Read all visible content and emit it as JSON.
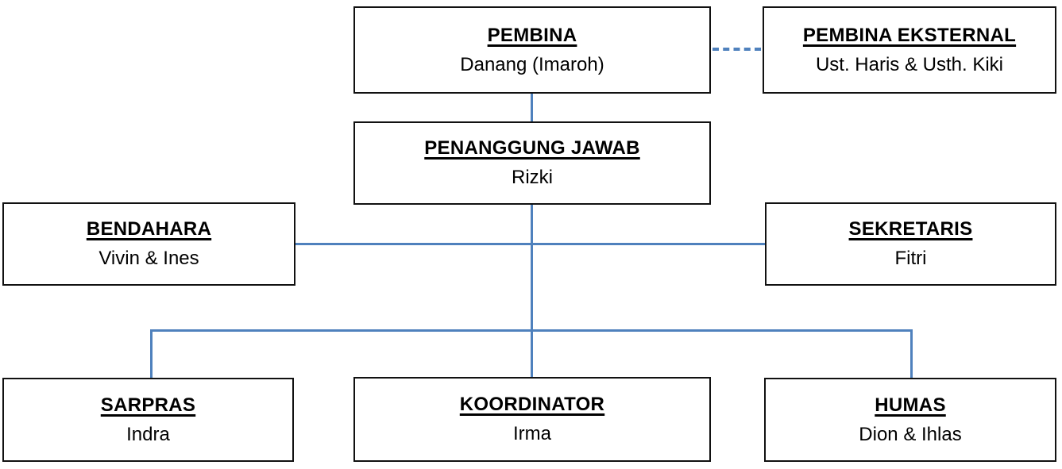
{
  "diagram": {
    "type": "org-chart",
    "connector_color": "#4f81bd",
    "box_border_color": "#111111",
    "boxes": [
      {
        "id": "pembina",
        "title": "PEMBINA",
        "name": "Danang (Imaroh)"
      },
      {
        "id": "pembina-eksternal",
        "title": "PEMBINA EKSTERNAL",
        "name": "Ust. Haris & Usth. Kiki"
      },
      {
        "id": "penanggung-jawab",
        "title": "PENANGGUNG JAWAB",
        "name": "Rizki"
      },
      {
        "id": "bendahara",
        "title": "BENDAHARA",
        "name": "Vivin & Ines"
      },
      {
        "id": "sekretaris",
        "title": "SEKRETARIS",
        "name": "Fitri"
      },
      {
        "id": "sarpras",
        "title": "SARPRAS",
        "name": "Indra"
      },
      {
        "id": "koordinator",
        "title": "KOORDINATOR",
        "name": "Irma"
      },
      {
        "id": "humas",
        "title": "HUMAS",
        "name": "Dion & Ihlas"
      }
    ],
    "relations": [
      {
        "from": "pembina",
        "to": "pembina-eksternal",
        "style": "dashed"
      },
      {
        "from": "pembina",
        "to": "penanggung-jawab",
        "style": "solid"
      },
      {
        "from": "penanggung-jawab",
        "to": "bendahara",
        "style": "solid"
      },
      {
        "from": "penanggung-jawab",
        "to": "sekretaris",
        "style": "solid"
      },
      {
        "from": "penanggung-jawab",
        "to": "sarpras",
        "style": "solid"
      },
      {
        "from": "penanggung-jawab",
        "to": "koordinator",
        "style": "solid"
      },
      {
        "from": "penanggung-jawab",
        "to": "humas",
        "style": "solid"
      }
    ]
  }
}
